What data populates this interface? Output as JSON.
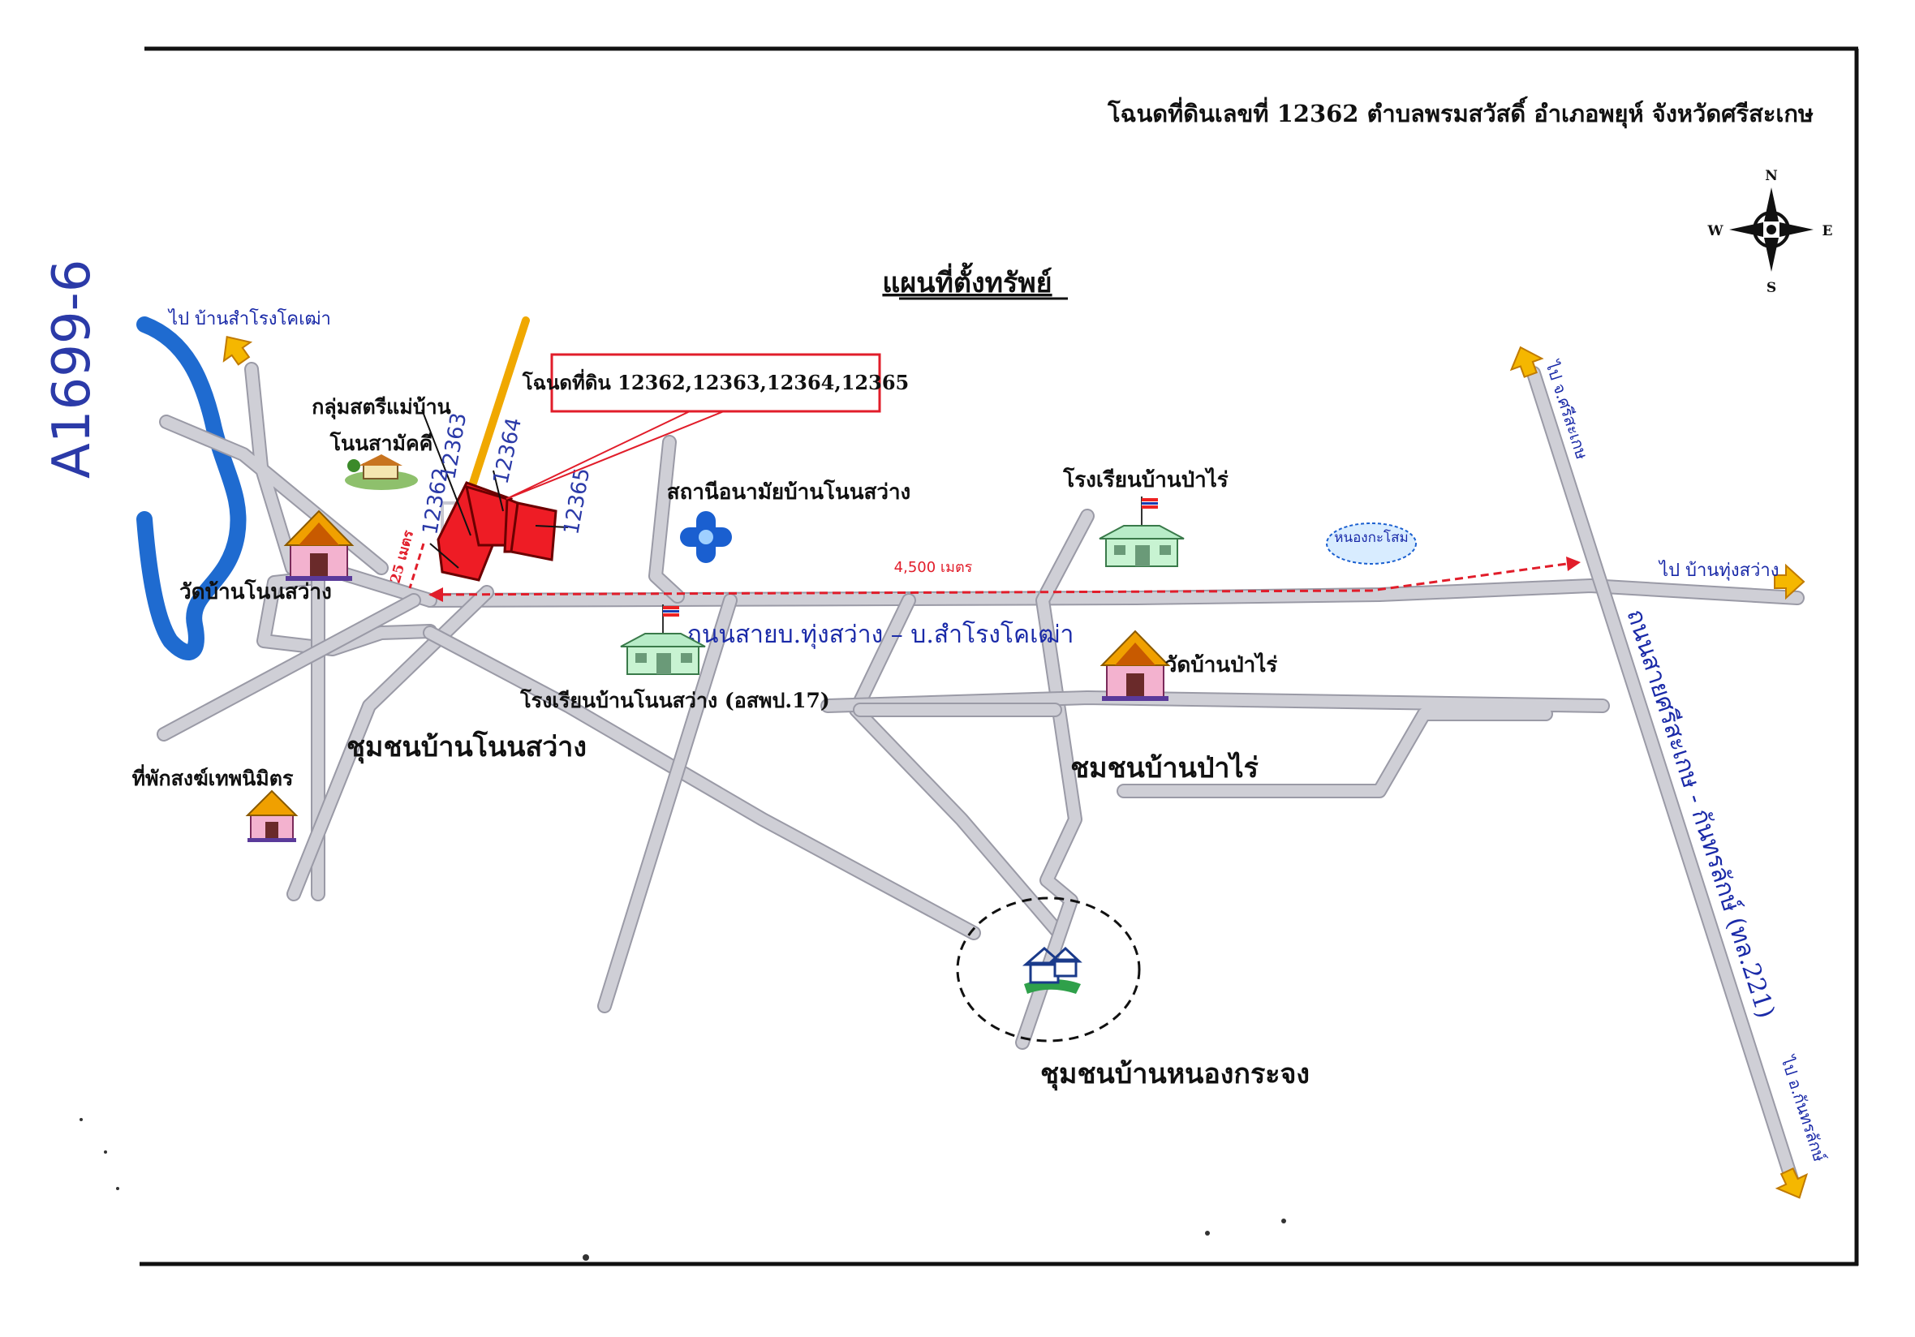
{
  "header": {
    "title": "โฉนดที่ดินเลขที่ 12362 ตำบลพรมสวัสดิ์ อำเภอพยุห์  จังหวัดศรีสะเกษ"
  },
  "map_title": "แผนที่ตั้งทรัพย์",
  "handwritten_ref": "A1699-6",
  "compass": {
    "n": "N",
    "s": "S",
    "e": "E",
    "w": "W"
  },
  "deed_box": {
    "text": "โฉนดที่ดิน 12362,12363,12364,12365"
  },
  "parcels": [
    "12362",
    "12363",
    "12364",
    "12365"
  ],
  "distances": {
    "short": "25 เมตร",
    "long": "4,500 เมตร"
  },
  "places": {
    "women_group_line1": "กลุ่มสตรีแม่บ้าน",
    "women_group_line2": "โนนสามัคคี",
    "temple_non_sawang": "วัดบ้านโนนสว่าง",
    "health_station": "สถานีอนามัยบ้านโนนสว่าง",
    "school_pa_rai": "โรงเรียนบ้านป่าไร่",
    "pond": "หนองกะโสม",
    "school_non_sawang": "โรงเรียนบ้านโนนสว่าง (อสพป.17)",
    "temple_pa_rai": "วัดบ้านป่าไร่",
    "community_non_sawang": "ชุมชนบ้านโนนสว่าง",
    "monk_residence": "ที่พักสงฆ์เทพนิมิตร",
    "community_pa_rai": "ชมชนบ้านป่าไร่",
    "community_nong_krachong": "ชุมชนบ้านหนองกระจง"
  },
  "roads": {
    "main_road": "ถนนสายบ.ทุ่งสว่าง – บ.สำโรงโคเฒ่า",
    "highway": "ถนนสายศรีสะเกษ - กันทรลักษ์ (ทล.221)"
  },
  "directions": {
    "to_samrong": "ไป บ้านสำโรงโคเฒ่า",
    "to_sisaket": "ไป จ.ศรีสะเกษ",
    "to_thung_sawang": "ไป บ้านทุ่งสว่าง",
    "to_kanthararak": "ไป อ.กันทรลักษ์"
  },
  "colors": {
    "frame": "#111111",
    "road": "#cfcfd6",
    "parcel": "#ee1c25",
    "parcel_outline": "#6b0000",
    "river": "#1f6bd0",
    "highlight_road": "#f0a800",
    "arrow": "#f5b700",
    "distance_line": "#e11d2a",
    "label_blue": "#1a2aa8"
  },
  "icons": [
    "temple-icon",
    "school-icon",
    "health-cross-icon",
    "house-icon",
    "pond-icon",
    "compass-icon",
    "arrow-icon"
  ]
}
